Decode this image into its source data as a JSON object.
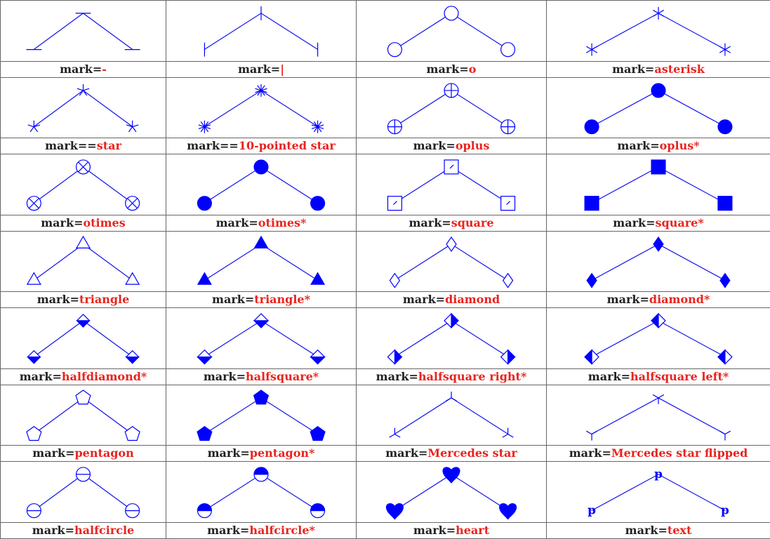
{
  "colors": {
    "line": "#1010ee",
    "mark": "#0000ff",
    "prefix": "#222222",
    "value": "#e8241f"
  },
  "cells": [
    {
      "prefix": "mark=",
      "value": "-",
      "mark": "hbar"
    },
    {
      "prefix": "mark=",
      "value": "|",
      "mark": "vbar"
    },
    {
      "prefix": "mark=",
      "value": "o",
      "mark": "circle"
    },
    {
      "prefix": "mark=",
      "value": "asterisk",
      "mark": "asterisk"
    },
    {
      "prefix": "mark==",
      "value": "star",
      "mark": "star"
    },
    {
      "prefix": "mark==",
      "value": "10-pointed star",
      "mark": "star10"
    },
    {
      "prefix": "mark=",
      "value": "oplus",
      "mark": "oplus"
    },
    {
      "prefix": "mark=",
      "value": "oplus*",
      "mark": "disc"
    },
    {
      "prefix": "mark=",
      "value": "otimes",
      "mark": "otimes"
    },
    {
      "prefix": "mark=",
      "value": "otimes*",
      "mark": "disc"
    },
    {
      "prefix": "mark=",
      "value": "square",
      "mark": "square"
    },
    {
      "prefix": "mark=",
      "value": "square*",
      "mark": "square-filled"
    },
    {
      "prefix": "mark=",
      "value": "triangle",
      "mark": "triangle"
    },
    {
      "prefix": "mark=",
      "value": "triangle*",
      "mark": "triangle-filled"
    },
    {
      "prefix": "mark=",
      "value": "diamond",
      "mark": "diamond"
    },
    {
      "prefix": "mark=",
      "value": "diamond*",
      "mark": "diamond-filled"
    },
    {
      "prefix": "mark=",
      "value": "halfdiamond*",
      "mark": "halfdiamond"
    },
    {
      "prefix": "mark=",
      "value": "halfsquare*",
      "mark": "halfsquare"
    },
    {
      "prefix": "mark=",
      "value": "halfsquare right*",
      "mark": "halfsquare-right"
    },
    {
      "prefix": "mark=",
      "value": "halfsquare left*",
      "mark": "halfsquare-left"
    },
    {
      "prefix": "mark=",
      "value": "pentagon",
      "mark": "pentagon"
    },
    {
      "prefix": "mark=",
      "value": "pentagon*",
      "mark": "pentagon-filled"
    },
    {
      "prefix": "mark=",
      "value": "Mercedes star",
      "mark": "mercedes"
    },
    {
      "prefix": "mark=",
      "value": "Mercedes star flipped",
      "mark": "mercedes-flipped"
    },
    {
      "prefix": "mark=",
      "value": "halfcircle",
      "mark": "halfcircle"
    },
    {
      "prefix": "mark=",
      "value": "halfcircle*",
      "mark": "halfcircle-filled"
    },
    {
      "prefix": "mark=",
      "value": "heart",
      "mark": "heart"
    },
    {
      "prefix": "mark=",
      "value": "text",
      "mark": "text",
      "mark_text": "p"
    }
  ]
}
